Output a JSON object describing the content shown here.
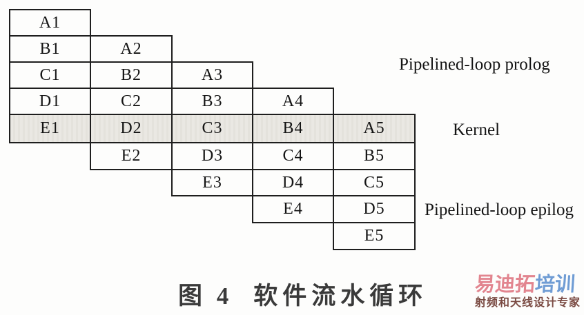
{
  "figure": {
    "caption_label": "图 4",
    "caption_title": "软件流水循环"
  },
  "annotations": {
    "prolog": "Pipelined-loop prolog",
    "kernel": "Kernel",
    "epilog": "Pipelined-loop epilog"
  },
  "pipeline": {
    "stages": [
      "A",
      "B",
      "C",
      "D",
      "E"
    ],
    "iterations": 5,
    "kernel_row": 4,
    "cells": [
      {
        "label": "A1",
        "row": 0,
        "col": 0,
        "shaded": false
      },
      {
        "label": "B1",
        "row": 1,
        "col": 0,
        "shaded": false
      },
      {
        "label": "A2",
        "row": 1,
        "col": 1,
        "shaded": false
      },
      {
        "label": "C1",
        "row": 2,
        "col": 0,
        "shaded": false
      },
      {
        "label": "B2",
        "row": 2,
        "col": 1,
        "shaded": false
      },
      {
        "label": "A3",
        "row": 2,
        "col": 2,
        "shaded": false
      },
      {
        "label": "D1",
        "row": 3,
        "col": 0,
        "shaded": false
      },
      {
        "label": "C2",
        "row": 3,
        "col": 1,
        "shaded": false
      },
      {
        "label": "B3",
        "row": 3,
        "col": 2,
        "shaded": false
      },
      {
        "label": "A4",
        "row": 3,
        "col": 3,
        "shaded": false
      },
      {
        "label": "E1",
        "row": 4,
        "col": 0,
        "shaded": true
      },
      {
        "label": "D2",
        "row": 4,
        "col": 1,
        "shaded": true
      },
      {
        "label": "C3",
        "row": 4,
        "col": 2,
        "shaded": true
      },
      {
        "label": "B4",
        "row": 4,
        "col": 3,
        "shaded": true
      },
      {
        "label": "A5",
        "row": 4,
        "col": 4,
        "shaded": true
      },
      {
        "label": "E2",
        "row": 5,
        "col": 1,
        "shaded": false
      },
      {
        "label": "D3",
        "row": 5,
        "col": 2,
        "shaded": false
      },
      {
        "label": "C4",
        "row": 5,
        "col": 3,
        "shaded": false
      },
      {
        "label": "B5",
        "row": 5,
        "col": 4,
        "shaded": false
      },
      {
        "label": "E3",
        "row": 6,
        "col": 2,
        "shaded": false
      },
      {
        "label": "D4",
        "row": 6,
        "col": 3,
        "shaded": false
      },
      {
        "label": "C5",
        "row": 6,
        "col": 4,
        "shaded": false
      },
      {
        "label": "E4",
        "row": 7,
        "col": 3,
        "shaded": false
      },
      {
        "label": "D5",
        "row": 7,
        "col": 4,
        "shaded": false
      },
      {
        "label": "E5",
        "row": 8,
        "col": 4,
        "shaded": false
      }
    ]
  },
  "watermark": {
    "logo_red": "易迪拓",
    "logo_blue": "培训",
    "tagline": "射频和天线设计专家"
  },
  "colors": {
    "border": "#1e1e1e",
    "text": "#141414",
    "kernel_shade": "#eae8e3",
    "logo_red": "#e2858f",
    "logo_blue": "#6f9cd4",
    "tagline": "#7a4a42"
  }
}
